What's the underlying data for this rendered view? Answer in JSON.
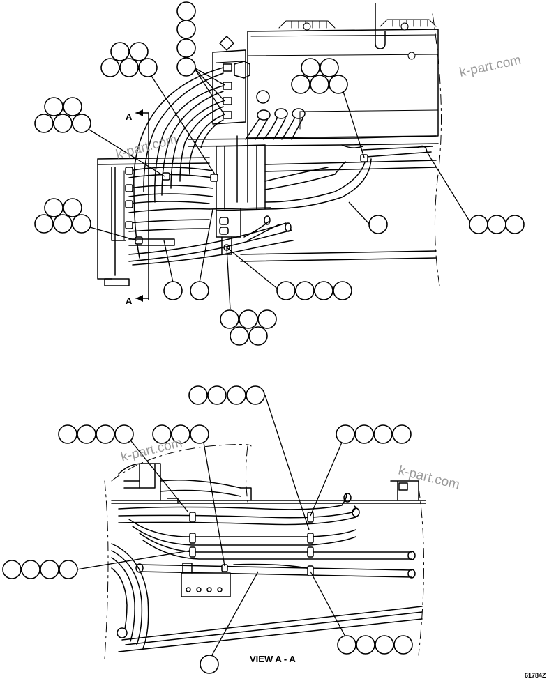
{
  "section_label": "A",
  "view_title": "VIEW A - A",
  "drawing_code": "61784Z",
  "watermark": "k-part.com"
}
